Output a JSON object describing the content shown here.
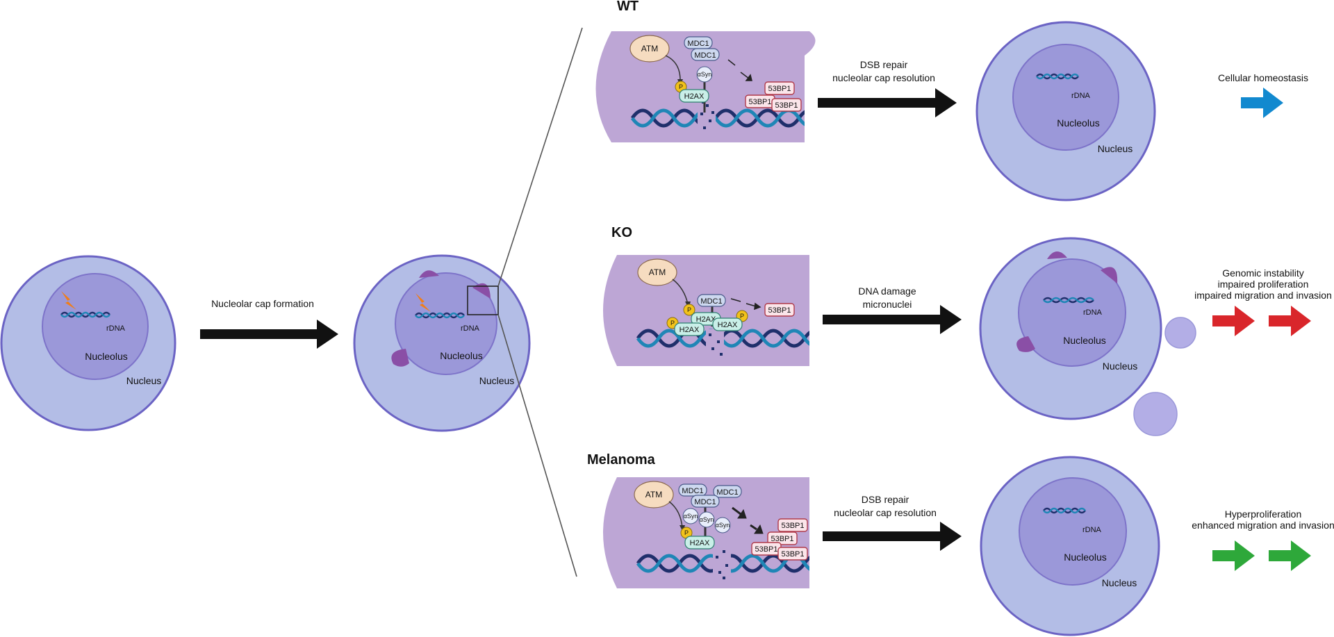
{
  "colors": {
    "nucleus_fill": "#b3bde6",
    "nucleus_stroke": "#6b63c4",
    "nucleolus_fill": "#9b98d9",
    "nucleolus_stroke": "#7d73c9",
    "cap": "#8a4fa6",
    "panel": "#bda6d5",
    "dna_dark": "#1f2f6b",
    "dna_light": "#1f86b6",
    "arrow_black": "#111111",
    "arrow_blue": "#1289cf",
    "arrow_red": "#d9262b",
    "arrow_green": "#2ea83a",
    "atm": "#f6dcc0",
    "mdc1": "#cdd8ef",
    "h2ax": "#c9efe8",
    "p": "#f2c21b",
    "bp53": "#fbe5ea"
  },
  "left": {
    "cell1": {
      "rdna": "rDNA",
      "nucleolus": "Nucleolus",
      "nucleus": "Nucleus",
      "icon": "lightning-icon"
    },
    "step_label": "Nucleolar cap formation",
    "cell2": {
      "rdna": "rDNA",
      "nucleolus": "Nucleolus",
      "nucleus": "Nucleus",
      "icon": "lightning-icon"
    }
  },
  "rows": [
    {
      "header": "WT",
      "proteins": {
        "atm": "ATM",
        "mdc1": [
          "MDC1",
          "MDC1"
        ],
        "asyn": [
          "αSyn"
        ],
        "p": [
          "P"
        ],
        "h2ax": [
          "H2AX"
        ],
        "bp53": [
          "53BP1",
          "53BP1",
          "53BP1"
        ]
      },
      "outcome_line1": "DSB repair",
      "outcome_line2": "nucleolar cap resolution",
      "cell": {
        "rdna": "rDNA",
        "nucleolus": "Nucleolus",
        "nucleus": "Nucleus"
      },
      "result_lines": [
        "Cellular homeostasis"
      ]
    },
    {
      "header": "KO",
      "proteins": {
        "atm": "ATM",
        "mdc1": [
          "MDC1"
        ],
        "asyn": [],
        "p": [
          "P",
          "P",
          "P"
        ],
        "h2ax": [
          "H2AX",
          "H2AX",
          "H2AX"
        ],
        "bp53": [
          "53BP1"
        ]
      },
      "outcome_line1": "DNA damage",
      "outcome_line2": "micronuclei",
      "cell": {
        "rdna": "rDNA",
        "nucleolus": "Nucleolus",
        "nucleus": "Nucleus"
      },
      "result_lines": [
        "Genomic instability",
        "impaired proliferation",
        "impaired migration and invasion"
      ]
    },
    {
      "header": "Melanoma",
      "proteins": {
        "atm": "ATM",
        "mdc1": [
          "MDC1",
          "MDC1",
          "MDC1"
        ],
        "asyn": [
          "αSyn",
          "αSyn",
          "αSyn"
        ],
        "p": [
          "P"
        ],
        "h2ax": [
          "H2AX"
        ],
        "bp53": [
          "53BP1",
          "53BP1",
          "53BP1",
          "53BP1"
        ]
      },
      "outcome_line1": "DSB repair",
      "outcome_line2": "nucleolar cap resolution",
      "cell": {
        "rdna": "rDNA",
        "nucleolus": "Nucleolus",
        "nucleus": "Nucleus"
      },
      "result_lines": [
        "Hyperproliferation",
        "enhanced migration and invasion"
      ]
    }
  ]
}
